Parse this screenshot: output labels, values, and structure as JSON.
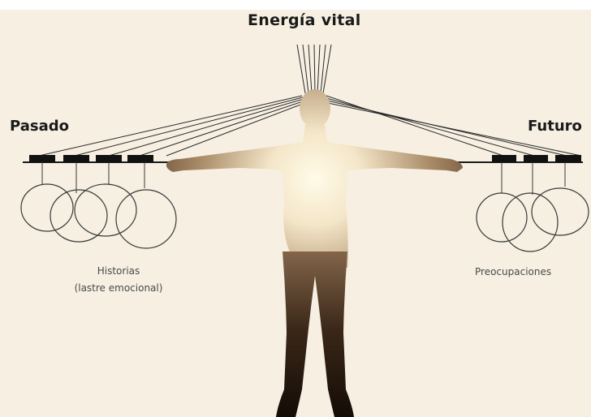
{
  "title": "Energía vital",
  "left": {
    "label": "Pasado",
    "caption_line1": "Historias",
    "caption_line2": "(lastre emocional)"
  },
  "right": {
    "label": "Futuro",
    "caption": "Preocupaciones"
  },
  "colors": {
    "background": "#f6efe2",
    "ink": "#1a1a1a",
    "body_glow": "#fffbe8",
    "body_dark": "#2a1c12"
  }
}
